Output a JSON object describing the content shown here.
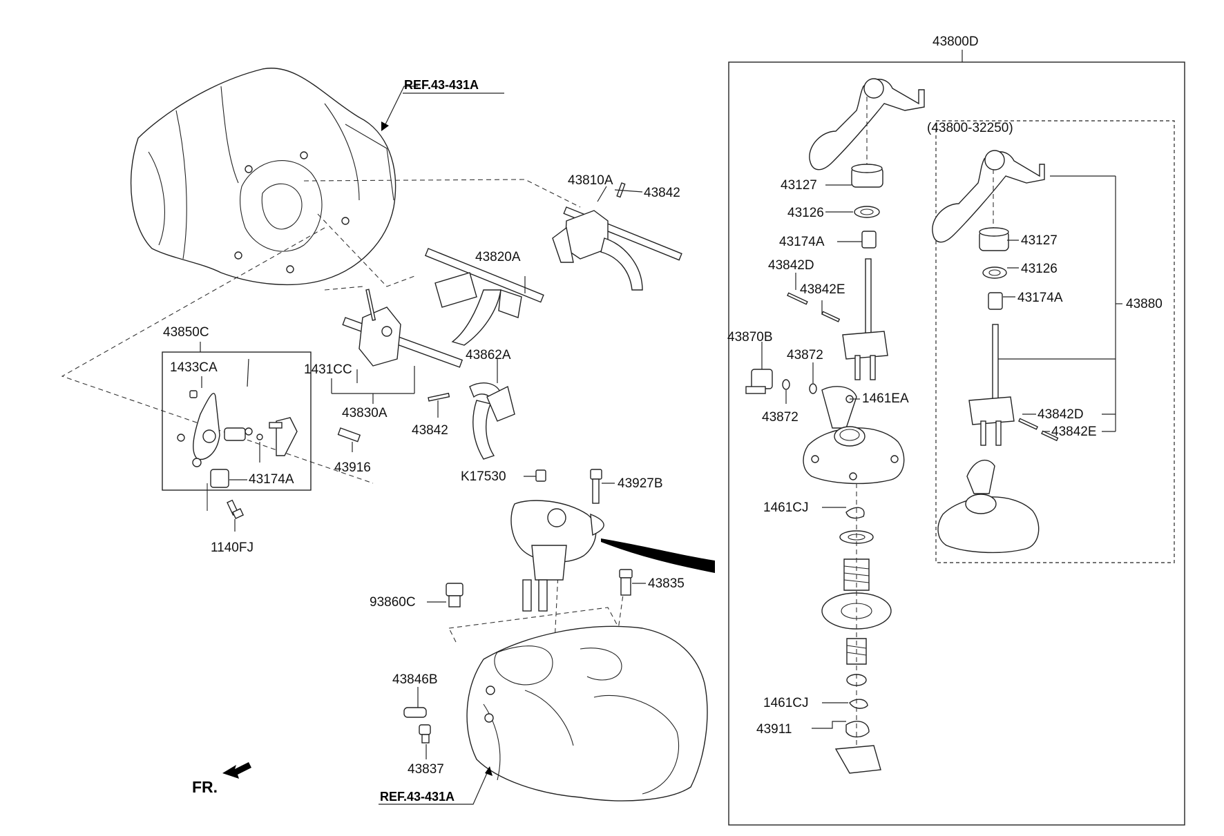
{
  "refs": {
    "top": "REF.43-431A",
    "bottom": "REF.43-431A"
  },
  "front_indicator": "FR.",
  "labels": {
    "p43810A": "43810A",
    "p43842_top": "43842",
    "p43820A": "43820A",
    "p43850C": "43850C",
    "p1433CA": "1433CA",
    "p1431CC": "1431CC",
    "p43862A": "43862A",
    "p43830A": "43830A",
    "p43842_mid": "43842",
    "p43916": "43916",
    "p43174A_left": "43174A",
    "p1140FJ": "1140FJ",
    "pK17530": "K17530",
    "p43927B": "43927B",
    "p43835": "43835",
    "p93860C": "93860C",
    "p43846B": "43846B",
    "p43837": "43837",
    "p43800D": "43800D",
    "p43127_a": "43127",
    "p43126_a": "43126",
    "p43174A_a": "43174A",
    "p43842D_a": "43842D",
    "p43842E_a": "43842E",
    "p43870B": "43870B",
    "p43872_a": "43872",
    "p43872_b": "43872",
    "p1461EA": "1461EA",
    "p1461CJ_a": "1461CJ",
    "p1461CJ_b": "1461CJ",
    "p43911": "43911",
    "p43800_32250": "(43800-32250)",
    "p43127_b": "43127",
    "p43126_b": "43126",
    "p43174A_b": "43174A",
    "p43880": "43880",
    "p43842D_b": "43842D",
    "p43842E_b": "43842E"
  }
}
